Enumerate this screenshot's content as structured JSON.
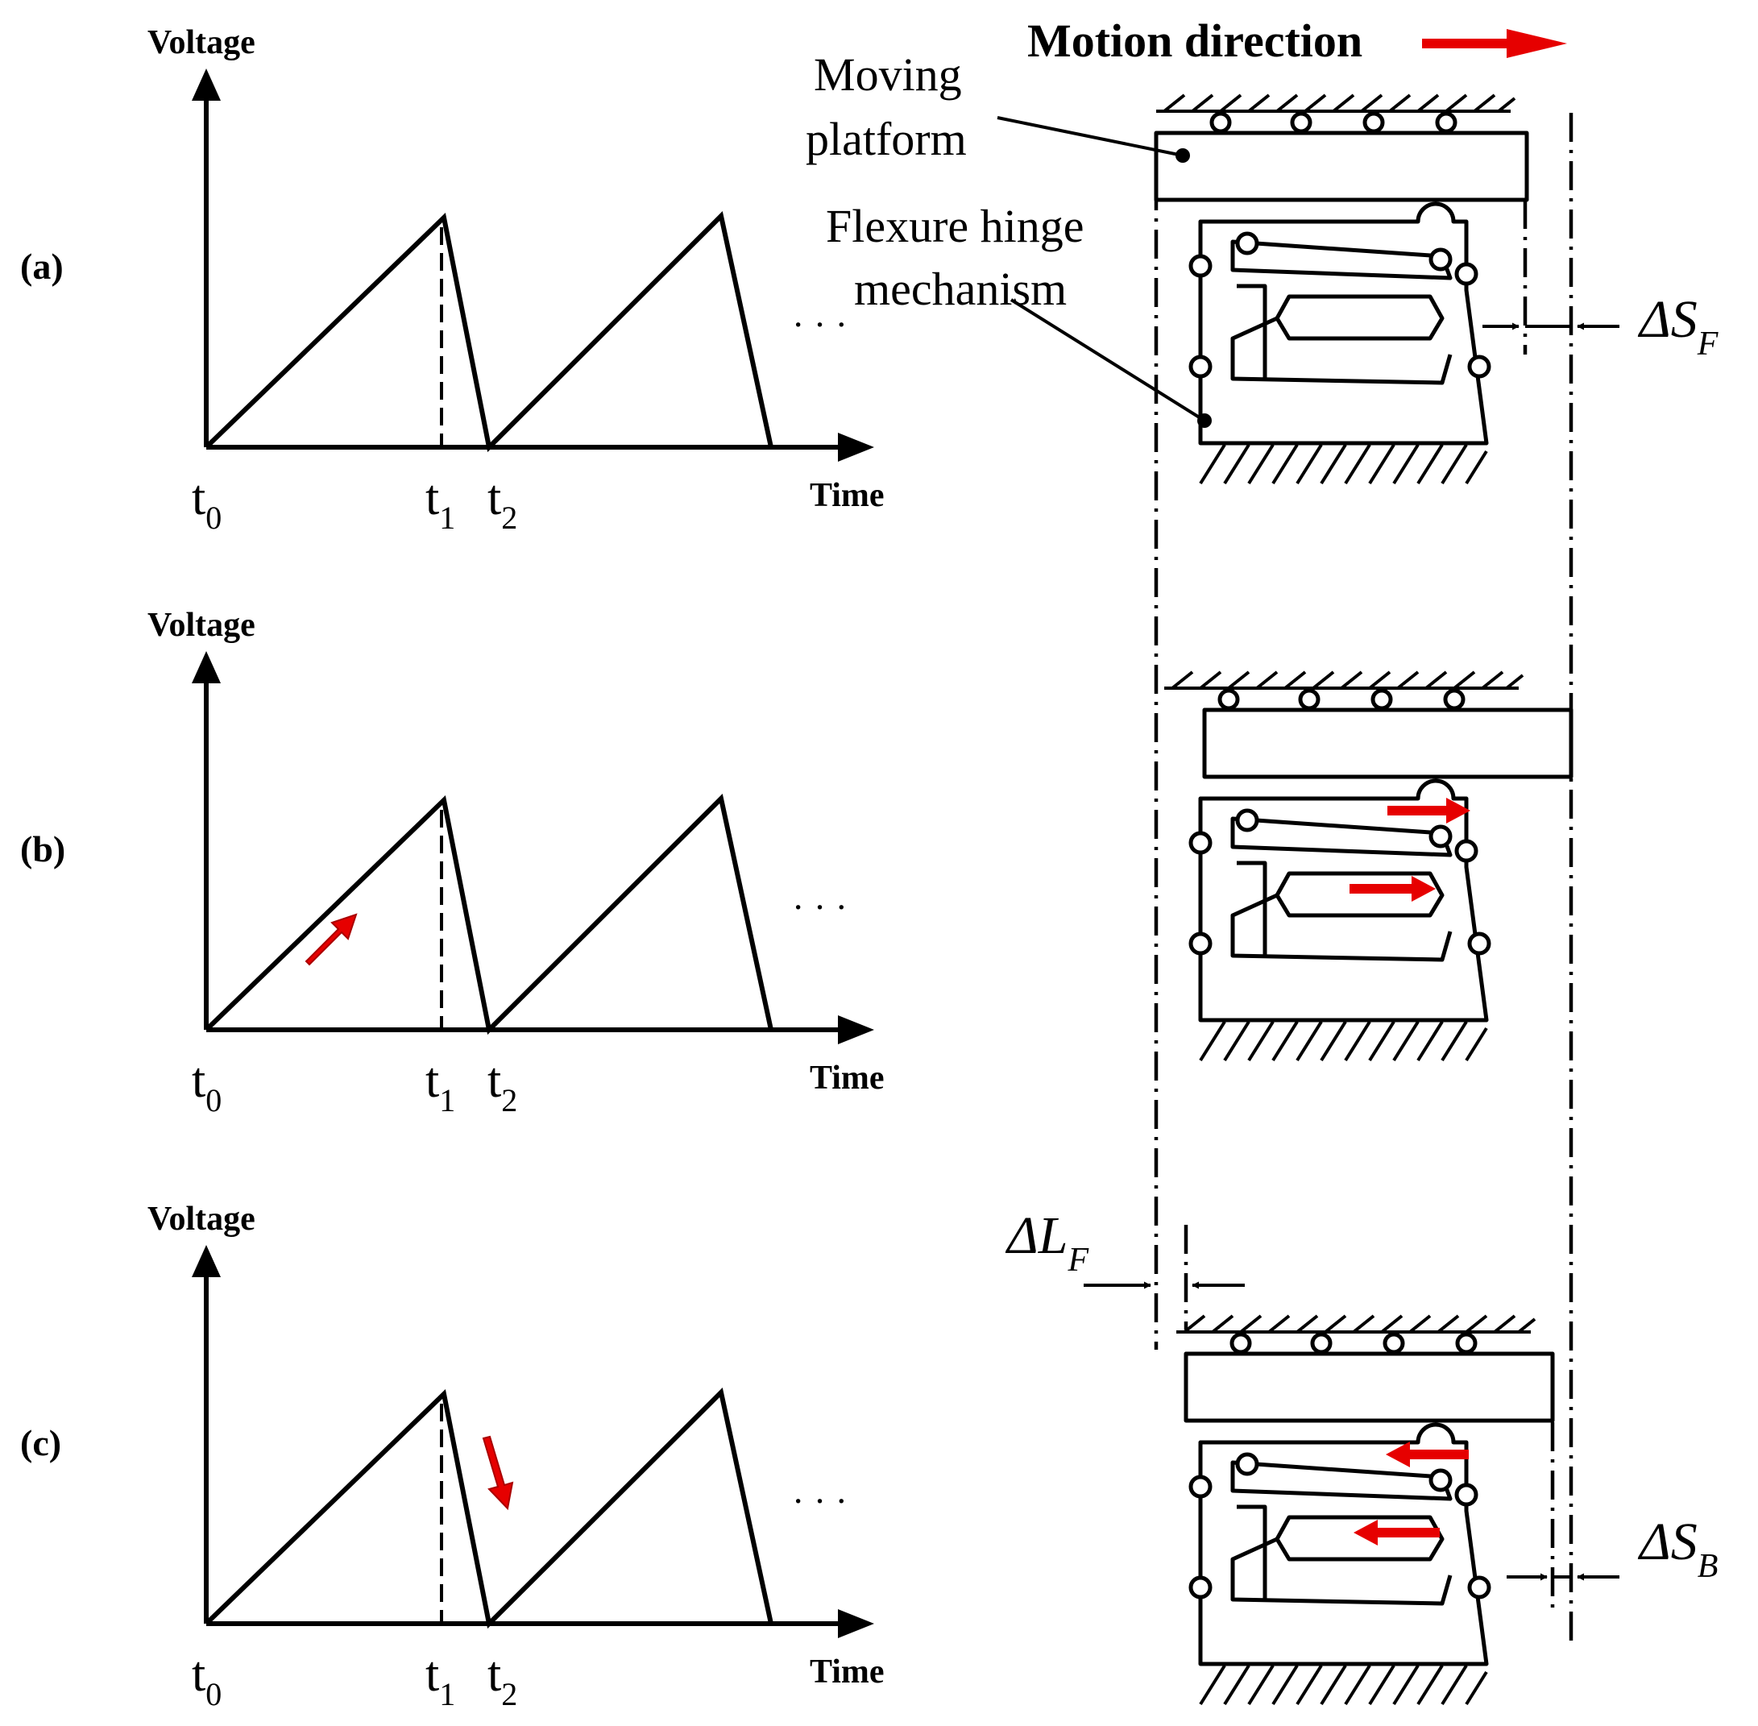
{
  "panels": [
    {
      "label": "(a)",
      "y_label": "Voltage",
      "x_label": "Time",
      "t0": "t",
      "t0_sub": "0",
      "t1": "t",
      "t1_sub": "1",
      "t2": "t",
      "t2_sub": "2",
      "ellipsis": "· · ·"
    },
    {
      "label": "(b)",
      "y_label": "Voltage",
      "x_label": "Time",
      "t0": "t",
      "t0_sub": "0",
      "t1": "t",
      "t1_sub": "1",
      "t2": "t",
      "t2_sub": "2",
      "ellipsis": "· · ·"
    },
    {
      "label": "(c)",
      "y_label": "Voltage",
      "x_label": "Time",
      "t0": "t",
      "t0_sub": "0",
      "t1": "t",
      "t1_sub": "1",
      "t2": "t",
      "t2_sub": "2",
      "ellipsis": "· · ·"
    }
  ],
  "motion_direction": "Motion direction",
  "moving_platform_line1": "Moving",
  "moving_platform_line2": "platform",
  "flexure_line1": "Flexure hinge",
  "flexure_line2": "mechanism",
  "delta_sf": "ΔS",
  "delta_sf_sub": "F",
  "delta_lf": "ΔL",
  "delta_lf_sub": "F",
  "delta_sb": "ΔS",
  "delta_sb_sub": "B",
  "colors": {
    "line": "#000000",
    "arrow": "#e60000",
    "background": "#ffffff"
  },
  "icons": [
    "motion-arrow-icon",
    "rise-arrow-icon",
    "fall-arrow-icon",
    "displacement-arrow-icon"
  ]
}
